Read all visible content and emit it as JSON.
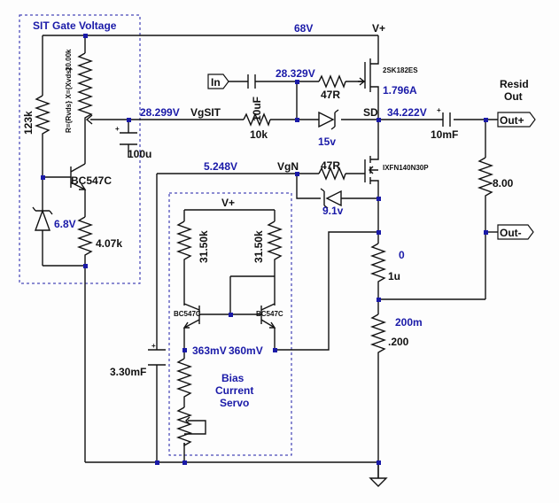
{
  "blocks": {
    "sit_gate": "SIT Gate Voltage",
    "bias_line1": "Bias",
    "bias_line2": "Current",
    "bias_line3": "Servo"
  },
  "nets": {
    "vplus_top": "V+",
    "vplus_bias": "V+",
    "rail_voltage": "68V",
    "input_node": "28.329V",
    "vgsit_voltage": "28.299V",
    "vgsit_label": "VgSIT",
    "sit_current": "1.796A",
    "sd_label": "SD",
    "sd_voltage": "34.222V",
    "vgn_voltage": "5.248V",
    "vgn_label": "VgN",
    "bias_left": "363mV",
    "bias_right": "360mV",
    "zero": "0"
  },
  "ports": {
    "in": "In",
    "out_plus": "Out+",
    "out_minus": "Out-",
    "resid_line1": "Resid",
    "resid_line2": "Out"
  },
  "components": {
    "r_123k": "123k",
    "pot_value": "20.00k",
    "pot_formula": "R={Rvds} X={Xvds}",
    "q_bc547c_gate": "BC547C",
    "z_6v8": "6.8V",
    "r_4k07": "4.07k",
    "c_100u": "100u",
    "c_10uf": "10uF",
    "r_10k": "10k",
    "r_47r_top": "47R",
    "sit_part": "2SK182ES",
    "d_15v": "15v",
    "c_10mf": "10mF",
    "r_8": "8.00",
    "r_47r_bot": "47R",
    "mosfet_part": "IXFN140N30P",
    "d_9v1": "9.1v",
    "r_31k5_left": "31.50k",
    "r_31k5_right": "31.50k",
    "q_bc547c_left": "BC547C",
    "q_bc547c_right": "BC547C",
    "c_3300mf": "3.30mF",
    "l_1u": "1u",
    "r_200m_label": "200m",
    "r_200m_value": ".200"
  }
}
